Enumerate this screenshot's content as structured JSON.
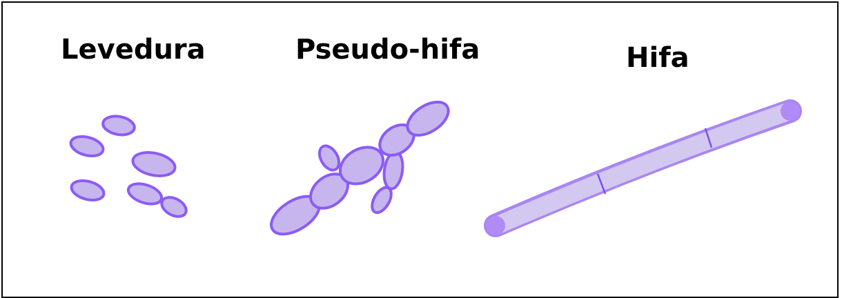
{
  "labels": {
    "levedura": "Levedura",
    "pseudohifa": "Pseudo-hifa",
    "hifa": "Hifa"
  },
  "colors": {
    "cell_fill": "#c7b6ee",
    "cell_stroke": "#8b5cf6",
    "hypha_fill": "#d3c8f0",
    "hypha_edge": "#a886f2",
    "hypha_tip": "#b08af5",
    "septum": "#7c4dea",
    "frame": "#000000",
    "text": "#000000"
  }
}
